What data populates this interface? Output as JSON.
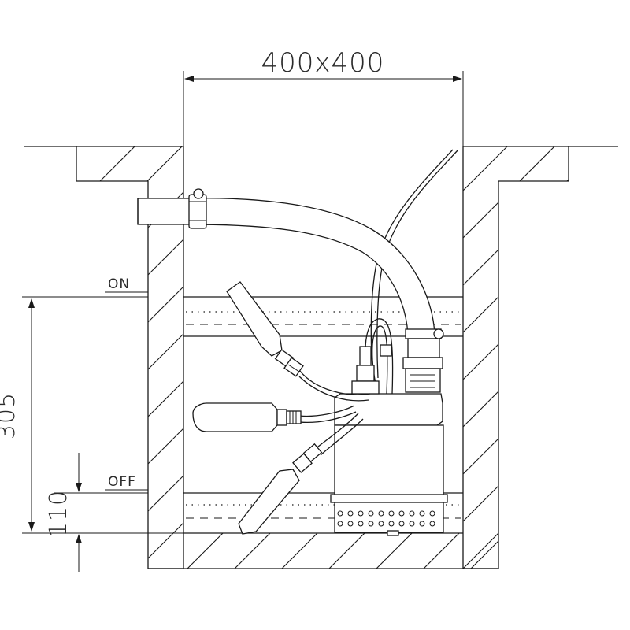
{
  "dimensions": {
    "width_label": "400x400",
    "height_on_label": "305",
    "height_off_label": "110"
  },
  "levels": {
    "on_label": "ON",
    "off_label": "OFF"
  },
  "colors": {
    "line": "#1a1a1a",
    "background": "#ffffff"
  }
}
